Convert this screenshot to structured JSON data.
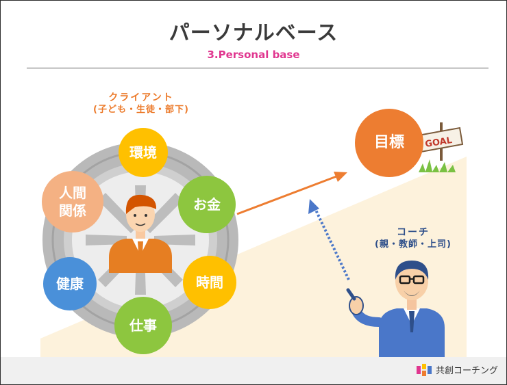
{
  "slide": {
    "title": "パーソナルベース",
    "subtitle": "3.Personal base"
  },
  "client": {
    "label_line1": "クライアント",
    "label_line2": "(子ども・生徒・部下)"
  },
  "coach": {
    "label_line1": "コーチ",
    "label_line2": "(親・教師・上司)"
  },
  "elements": {
    "environment": "環境",
    "money": "お金",
    "time": "時間",
    "work": "仕事",
    "health": "健康",
    "relations_line1": "人間",
    "relations_line2": "関係"
  },
  "goal": {
    "label": "目標",
    "sign": "GOAL"
  },
  "footer": {
    "company": "共創コーチング"
  },
  "colors": {
    "orange": "#ed7d31",
    "yellow": "#ffc000",
    "green": "#8dc63f",
    "blue": "#4a90d9",
    "peach": "#f4b183",
    "pink": "#e0368f",
    "navy": "#2e4f8a"
  }
}
